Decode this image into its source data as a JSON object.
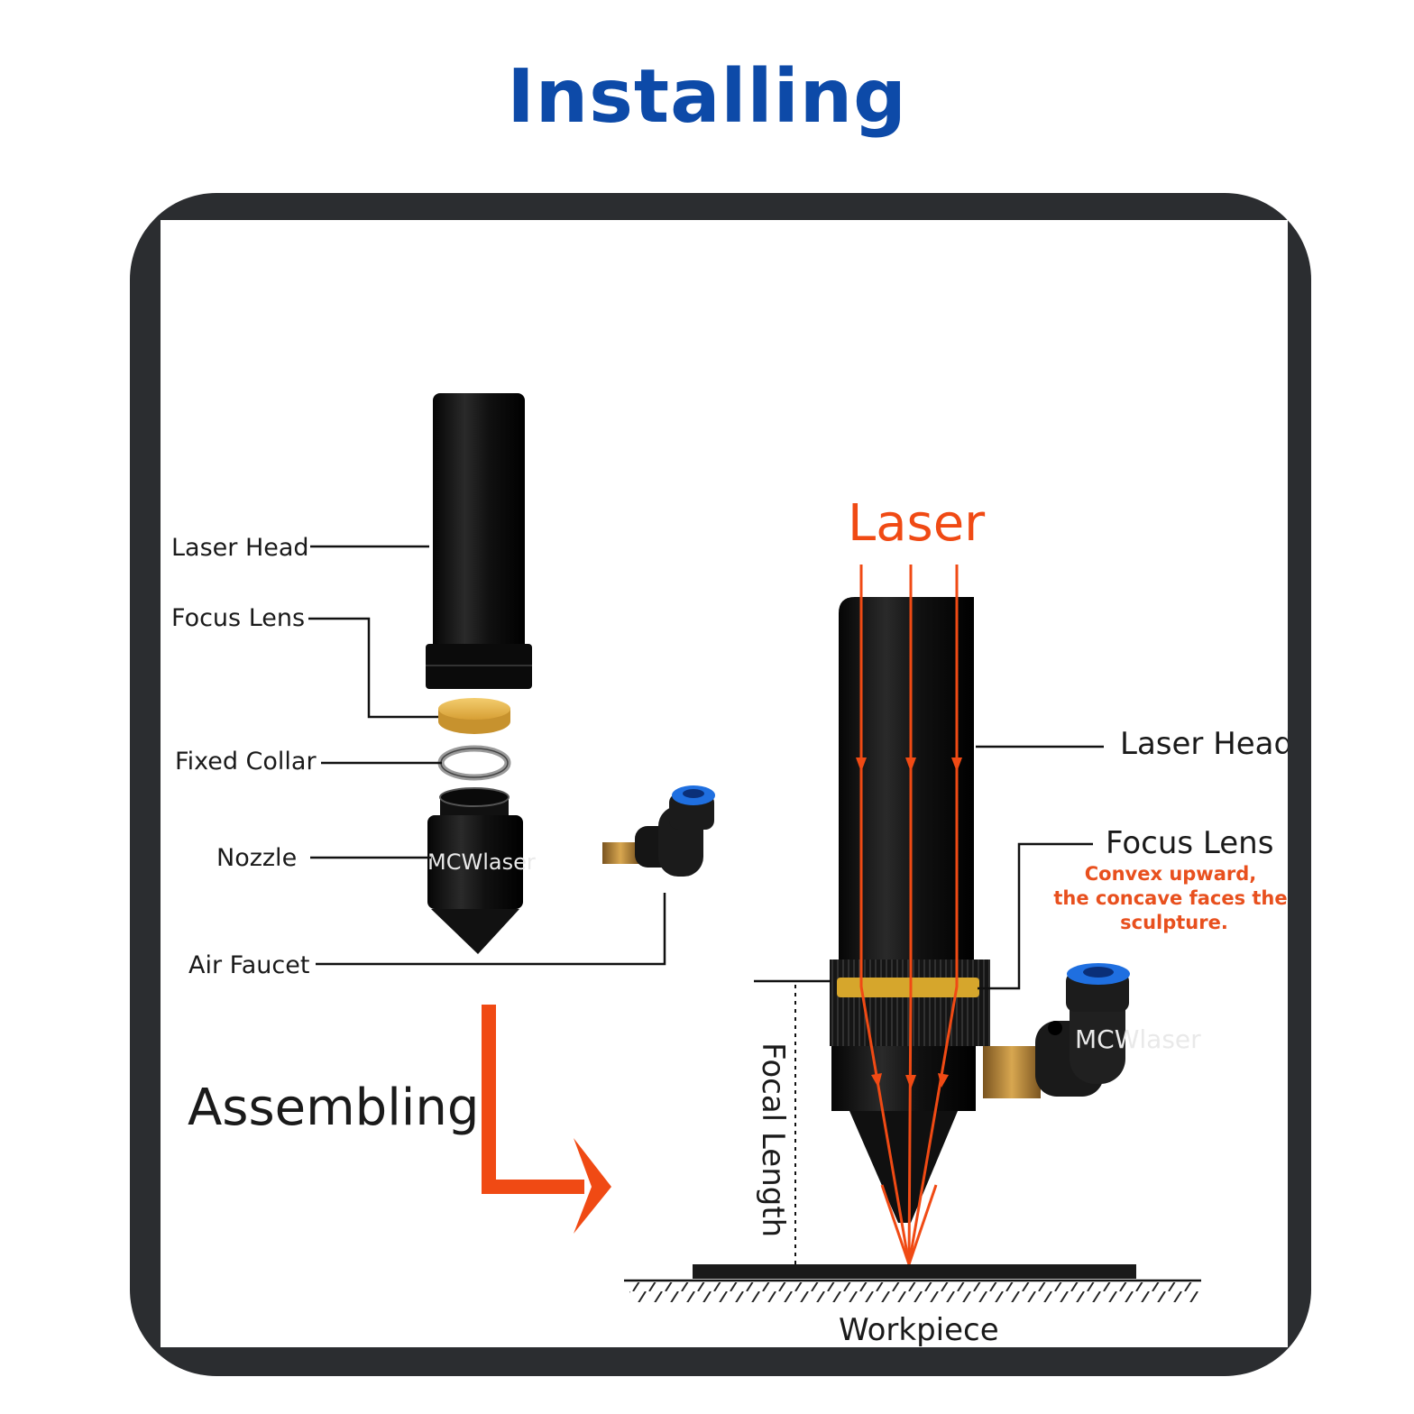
{
  "header": {
    "title": "Installing"
  },
  "colors": {
    "title": "#0d4aa8",
    "frame": "#2b2d30",
    "accent": "#f04a14",
    "part_black": "#161616",
    "lens": "#e6b24a",
    "fitting_blue": "#1f6fe0",
    "brass": "#b08232"
  },
  "exploded": {
    "labels": {
      "laser_head": "Laser Head",
      "focus_lens": "Focus Lens",
      "fixed_collar": "Fixed Collar",
      "nozzle": "Nozzle",
      "air_faucet": "Air Faucet"
    },
    "watermark": "MCWlaser"
  },
  "transition": {
    "label": "Assembling",
    "arrow_icon": "arrow-down-right-icon"
  },
  "assembled": {
    "beam_label": "Laser",
    "laser_head_label": "Laser Head",
    "focus_lens_label": "Focus Lens",
    "focus_note": [
      "Convex upward,",
      "the concave faces the",
      "sculpture."
    ],
    "focal_length_label": "Focal Length",
    "workpiece_label": "Workpiece",
    "watermark": "MCWlaser"
  }
}
